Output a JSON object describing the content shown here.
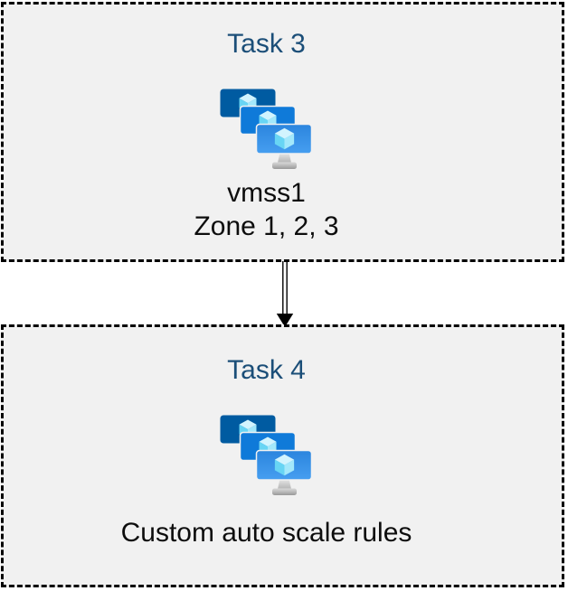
{
  "palette": {
    "page_background": "#ffffff",
    "box_background": "#f1f1f1",
    "box_border": "#000000",
    "heading_color": "#1b4e78",
    "body_text_color": "#0d0d0d",
    "arrow_color": "#000000",
    "icon_colors": {
      "monitor_back": "#005ba1",
      "monitor_middle": "#0f7ad9",
      "monitor_front_top": "#2b85de",
      "monitor_front_bottom": "#469ef0",
      "cube_top": "#d2f4fe",
      "cube_left": "#68d5f4",
      "cube_right": "#a3e8fb",
      "stand_light": "#e2e2e2",
      "stand_dark": "#9a9a9a"
    }
  },
  "tasks": [
    {
      "title": "Task 3",
      "icon": "vm-scale-sets-icon",
      "caption_lines": [
        "vmss1",
        "Zone 1, 2, 3"
      ]
    },
    {
      "title": "Task 4",
      "icon": "vm-scale-sets-icon",
      "caption_lines": [
        "Custom auto scale rules"
      ]
    }
  ],
  "connector": {
    "type": "double-line-arrow-down",
    "from": "Task 3",
    "to": "Task 4"
  }
}
